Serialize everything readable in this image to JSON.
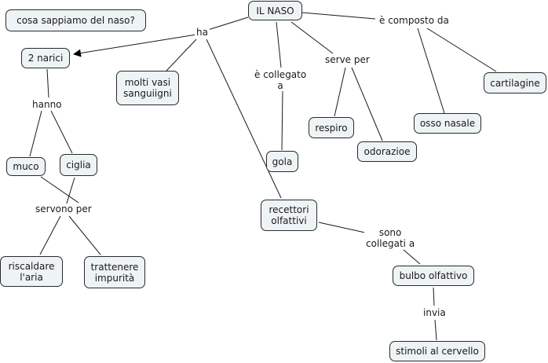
{
  "title": "cosa sappiamo del naso?",
  "concepts": {
    "root": "IL NASO",
    "narici": "2 narici",
    "vasi": "molti vasi\nsanguiigni",
    "gola": "gola",
    "respiro": "respiro",
    "odorazioe": "odorazioe",
    "osso": "osso nasale",
    "cartilagine": "cartilagine",
    "muco": "muco",
    "ciglia": "ciglia",
    "riscaldare": "riscaldare\nl'aria",
    "trattenere": "trattenere\nimpurità",
    "recettori": "recettori\nolfattivi",
    "bulbo": "bulbo olfattivo",
    "stimoli": "stimoli al cervello"
  },
  "linking_phrases": {
    "ha": "ha",
    "collegato": "è collegato\na",
    "serve": "serve per",
    "composto": "è composto da",
    "hanno": "hanno",
    "servono": "servono per",
    "sono_collegati": "sono\ncollegati a",
    "invia": "invia"
  },
  "colors": {
    "node_fill": "#eef3f5",
    "node_border": "#2a2a2a",
    "line": "#1a1a1a"
  }
}
